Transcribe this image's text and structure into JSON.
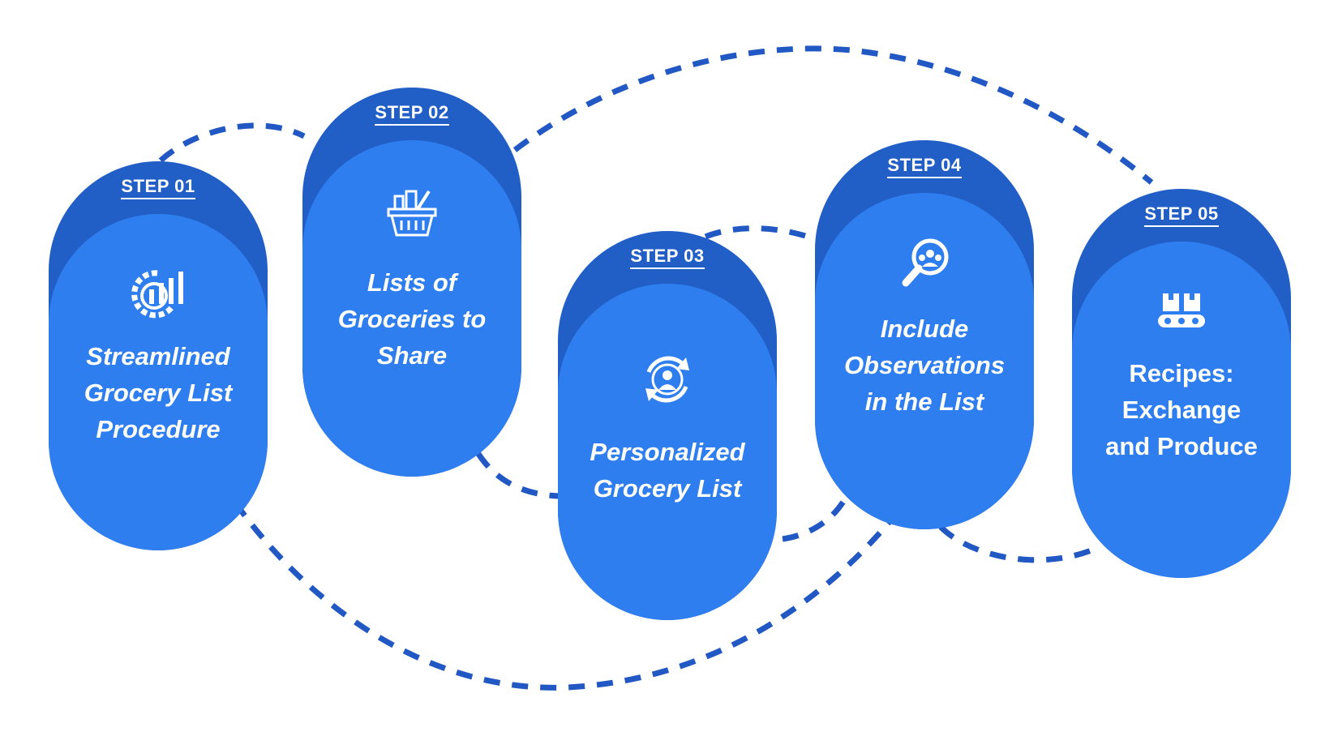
{
  "colors": {
    "card_dark": "#215fc6",
    "card_light": "#2e7ef0",
    "connector": "#2158c4",
    "text": "#ffffff"
  },
  "steps": [
    {
      "label": "STEP 01",
      "title": "Streamlined\nGrocery List\nProcedure",
      "icon": "gear-chart-icon"
    },
    {
      "label": "STEP 02",
      "title": "Lists of\nGroceries to\nShare",
      "icon": "grocery-basket-icon"
    },
    {
      "label": "STEP 03",
      "title": "Personalized\nGrocery List",
      "icon": "user-refresh-icon"
    },
    {
      "label": "STEP 04",
      "title": "Include\nObservations\nin the List",
      "icon": "magnifier-people-icon"
    },
    {
      "label": "STEP 05",
      "title": "Recipes:\nExchange\nand Produce",
      "icon": "conveyor-boxes-icon"
    }
  ]
}
